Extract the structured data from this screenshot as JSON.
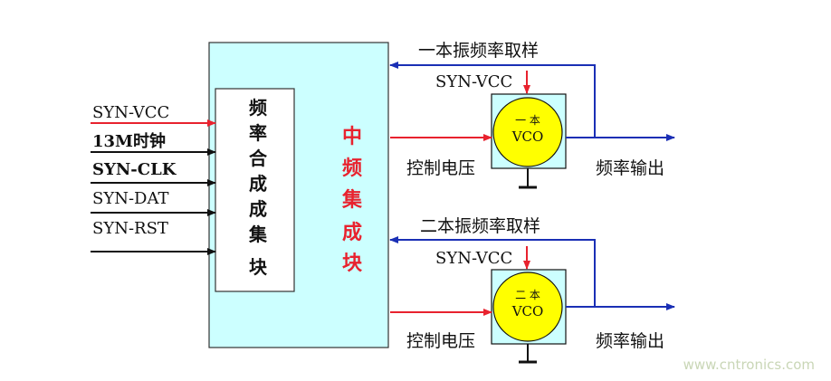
{
  "inputs": [
    "SYN-VCC",
    "13M时钟",
    "SYN-CLK",
    "SYN-DAT",
    "SYN-RST"
  ],
  "synth_block": {
    "chars": [
      "频",
      "率",
      "合",
      "成",
      "成",
      "集",
      "块"
    ]
  },
  "if_block": {
    "chars": [
      "中",
      "频",
      "集",
      "成",
      "块"
    ]
  },
  "channel1": {
    "sample_label": "一本振频率取样",
    "vcc_label": "SYN-VCC",
    "control_label": "控制电压",
    "output_label": "频率输出",
    "vco_line1": "一 本",
    "vco_line2": "VCO"
  },
  "channel2": {
    "sample_label": "二本振频率取样",
    "vcc_label": "SYN-VCC",
    "control_label": "控制电压",
    "output_label": "频率输出",
    "vco_line1": "二 本",
    "vco_line2": "VCO"
  },
  "watermark": "www.cntronics.com",
  "colors": {
    "if_block_fill": "#ccffff",
    "vco_box_fill": "#ccffff",
    "vco_circle_fill": "#ffff00",
    "power_arrow": "#e8222e",
    "sample_line": "#1a2fb5",
    "if_label": "#e8222e",
    "watermark": "#c9d6b6"
  }
}
